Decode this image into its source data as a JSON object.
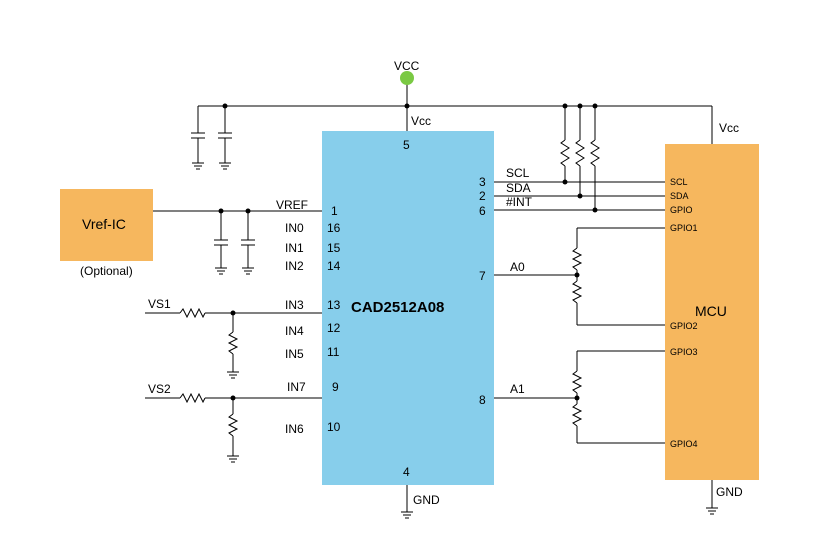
{
  "supply": {
    "vcc_node": "VCC",
    "ic_vcc": "Vcc",
    "mcu_vcc": "Vcc",
    "ic_gnd": "GND",
    "mcu_gnd": "GND",
    "vcc_color": "#7ac943"
  },
  "ic": {
    "name": "CAD2512A08",
    "color": "#87ceeb",
    "pin_vcc": "5",
    "pin_gnd": "4",
    "left_pins": [
      {
        "label": "VREF",
        "num": "1"
      },
      {
        "label": "IN0",
        "num": "16"
      },
      {
        "label": "IN1",
        "num": "15"
      },
      {
        "label": "IN2",
        "num": "14"
      },
      {
        "label": "IN3",
        "num": "13"
      },
      {
        "label": "IN4",
        "num": "12"
      },
      {
        "label": "IN5",
        "num": "11"
      },
      {
        "label": "IN7",
        "num": "9"
      },
      {
        "label": "IN6",
        "num": "10"
      }
    ],
    "right_pins": [
      {
        "label": "SCL",
        "num": "3"
      },
      {
        "label": "SDA",
        "num": "2"
      },
      {
        "label": "#INT",
        "num": "6"
      },
      {
        "label": "A0",
        "num": "7"
      },
      {
        "label": "A1",
        "num": "8"
      }
    ]
  },
  "mcu": {
    "name": "MCU",
    "color": "#f6b75e",
    "pins": [
      "SCL",
      "SDA",
      "GPIO",
      "GPIO1",
      "GPIO2",
      "GPIO3",
      "GPIO4"
    ]
  },
  "vref_ic": {
    "name": "Vref-IC",
    "note": "(Optional)",
    "color": "#f6b75e"
  },
  "inputs": {
    "vs1": "VS1",
    "vs2": "VS2"
  }
}
